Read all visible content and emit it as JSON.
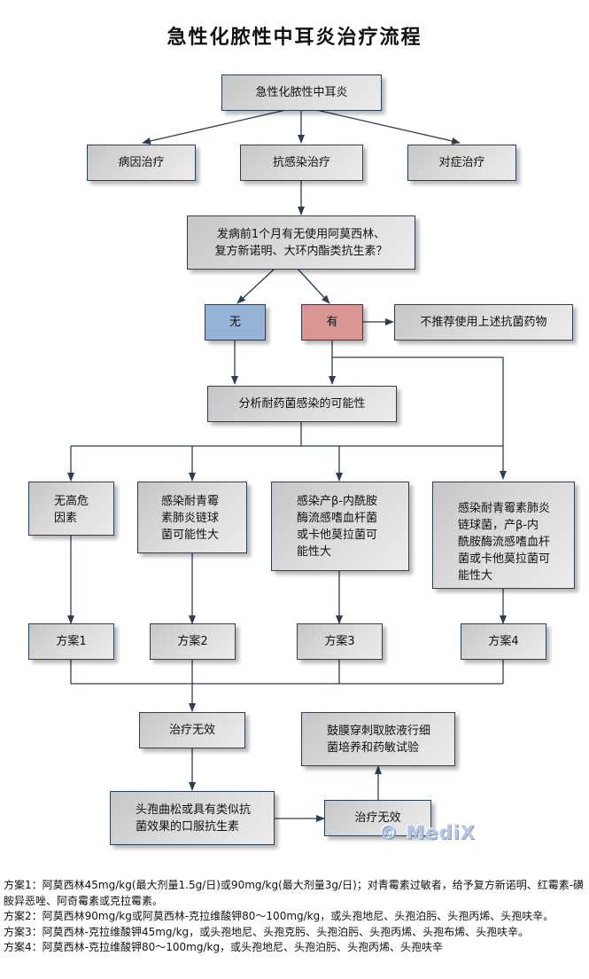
{
  "title": "急性化脓性中耳炎治疗流程",
  "colors": {
    "box_fill": "#d9d9d9",
    "box_border": "#2c3e55",
    "line": "#2c3e55",
    "no_fill": "#94b3d7",
    "yes_fill": "#d99594"
  },
  "nodes": {
    "root": "急性化脓性中耳炎",
    "etiology": "病因治疗",
    "anti_infection": "抗感染治疗",
    "symptomatic": "对症治疗",
    "question": "发病前1个月有无使用阿莫西林、\n复方新诺明、大环内酯类抗生素？",
    "no": "无",
    "yes": "有",
    "not_recommended": "不推荐使用上述抗菌药物",
    "analyze": "分析耐药菌感染的可能性",
    "risk1": "无高危\n因素",
    "risk2": "感染耐青霉\n素肺炎链球\n菌可能性大",
    "risk3": "感染产β-内酰胺\n酶流感嗜血杆菌\n或卡他莫拉菌可\n能性大",
    "risk4": "感染耐青霉素肺炎\n链球菌，产β-内\n酰胺酶流感嗜血杆\n菌或卡他莫拉菌可\n能性大",
    "plan1": "方案1",
    "plan2": "方案2",
    "plan3": "方案3",
    "plan4": "方案4",
    "ineffective1": "治疗无效",
    "ceph": "头孢曲松或具有类似抗\n菌效果的口服抗生素",
    "ineffective2": "治疗无效",
    "culture": "鼓膜穿刺取脓液行细\n菌培养和药敏试验"
  },
  "notes": [
    "方案1：阿莫西林45mg/kg(最大剂量1.5g/日)或90mg/kg(最大剂量3g/日)；对青霉素过敏者，给予复方新诺明、红霉素-磺胺异恶唑、阿奇霉素或克拉霉素。",
    "方案2：阿莫西林90mg/kg或阿莫西林-克拉维酸钾80～100mg/kg，或头孢地尼、头孢泊肟、头孢丙烯、头孢呋辛。",
    "方案3：阿莫西林-克拉维酸钾45mg/kg，或头孢地尼、头孢克肟、头孢泊肟、头孢丙烯、头孢布烯、头孢呋辛。",
    "方案4：阿莫西林-克拉维酸钾80～100mg/kg，或头孢地尼、头孢泊肟、头孢丙烯、头孢呋辛"
  ],
  "watermark": "© MediX"
}
